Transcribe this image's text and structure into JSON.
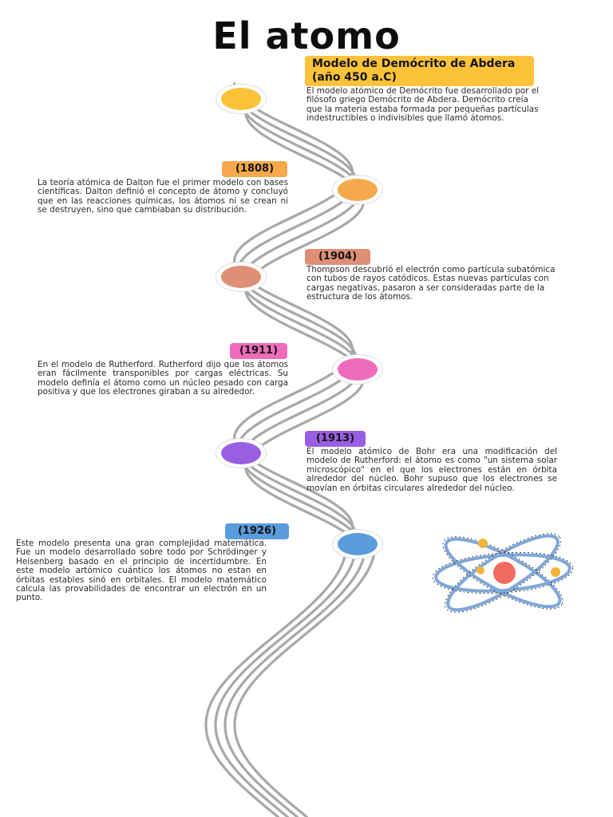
{
  "title": "El atomo",
  "timeline": [
    {
      "label": "Modelo de Demócrito de Abdera (año 450 a.C)",
      "color": "#fcc33a",
      "text": "El modelo atómico de Demócrito fue desarrollado por el filósofo griego Demócrito de Abdera. Demócrito creía que la materia estaba formada por pequeñas partículas indestructibles o indivisibles que llamó átomos."
    },
    {
      "label": "(1808)",
      "color": "#f6a94c",
      "text": "La teoría atómica de Dalton fue el primer modelo con bases científicas. Dalton definió el concepto de átomo y concluyó que en las reacciones químicas, los átomos ni se crean ni se destruyen, sino que cambiaban su distribución."
    },
    {
      "label": "(1904)",
      "color": "#df8f76",
      "text": "Thompson descubrió el electrón como partícula subatómica con tubos de rayos catódicos. Estas nuevas partículas con cargas negativas, pasaron a ser consideradas parte de la estructura de los átomos."
    },
    {
      "label": "(1911)",
      "color": "#ee6cbb",
      "text": "En el modelo de Rutherford. Rutherford dijo que los átomos eran fácilmente transponibles por cargas eléctricas. Su modelo definía el átomo como un núcleo pesado con carga positiva y que los electrones giraban a su alrededor."
    },
    {
      "label": "(1913)",
      "color": "#9a5ee3",
      "text": "El modelo atómico de Bohr era una modificación del modelo de Rutherford: el átomo es como \"un sistema solar microscópico\" en el que los electrones están en órbita alrededor del núcleo. Bohr supuso que los electrones se movían en órbitas circulares alrededor del núcleo."
    },
    {
      "label": "(1926)",
      "color": "#5b9cdc",
      "text": "Este modelo presenta una gran complejidad matemática. Fue un modelo desarrollado sobre todo por Schrödinger y Heisenberg basado en el principio de incertidumbre. En este modelo artómico cuántico los átomos no estan en órbitas estables sinó en orbitales. El modelo matemático calcula las provabilidades de encontrar un electrón en un punto."
    }
  ],
  "road_color": "#a8a8a8",
  "illustration": {
    "icon": "atom-icon",
    "orbit_color": "#7fa7d8",
    "nucleus_color": "#f26b61",
    "electron_color": "#f4b33a"
  }
}
